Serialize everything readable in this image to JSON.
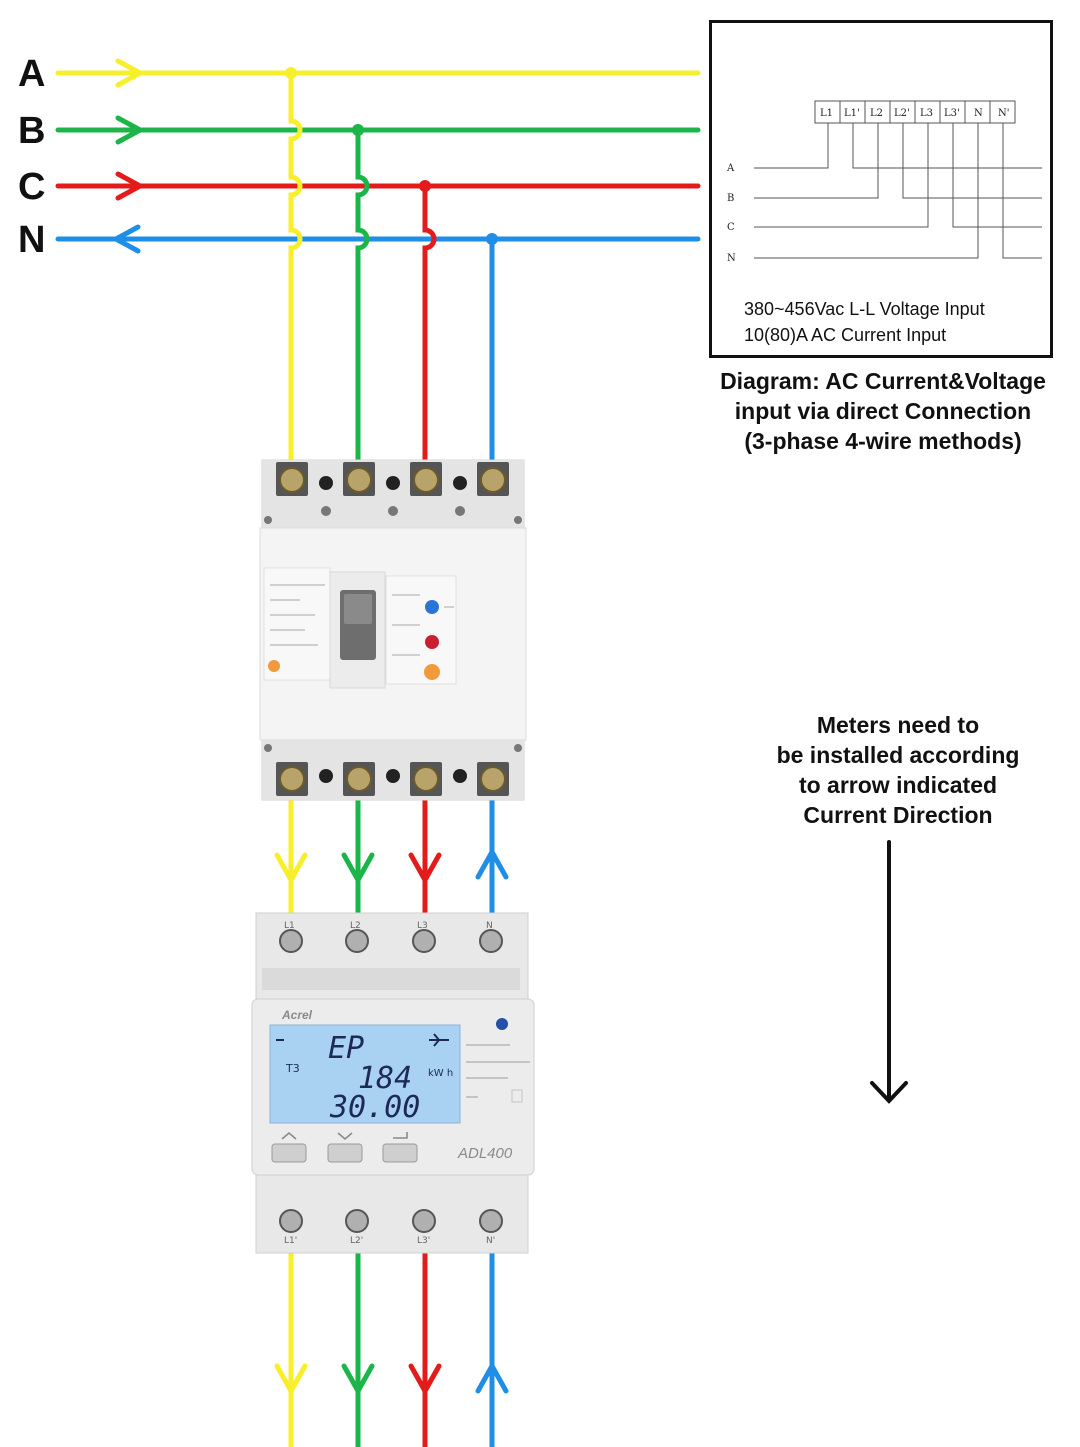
{
  "bus_labels": {
    "a": "A",
    "b": "B",
    "c": "C",
    "n": "N"
  },
  "colors": {
    "phase_a": "#f7ef2c",
    "phase_b": "#1cb54a",
    "phase_c": "#e31b1b",
    "neutral": "#1e8ee6"
  },
  "schematic": {
    "terminals": [
      "L1",
      "L1'",
      "L2",
      "L2'",
      "L3",
      "L3'",
      "N",
      "N'"
    ],
    "rows": [
      "A",
      "B",
      "C",
      "N"
    ],
    "line1": "380~456Vac L-L Voltage Input",
    "line2": "10(80)A AC Current Input"
  },
  "caption": {
    "line1": "Diagram: AC Current&Voltage",
    "line2": "input via direct Connection",
    "line3": "(3-phase 4-wire methods)"
  },
  "note": {
    "line1": "Meters need to",
    "line2": "be installed according",
    "line3": "to arrow indicated",
    "line4": "Current Direction"
  },
  "meter": {
    "brand": "Acrel",
    "model": "ADL400",
    "display_mode": "EP",
    "display_tariff": "T3",
    "display_value1": "184",
    "display_value2": "30.00",
    "display_unit": "kW h",
    "top_terminals": [
      "L1",
      "L2",
      "L3",
      "N"
    ],
    "bottom_terminals": [
      "L1'",
      "L2'",
      "L3'",
      "N'"
    ]
  }
}
